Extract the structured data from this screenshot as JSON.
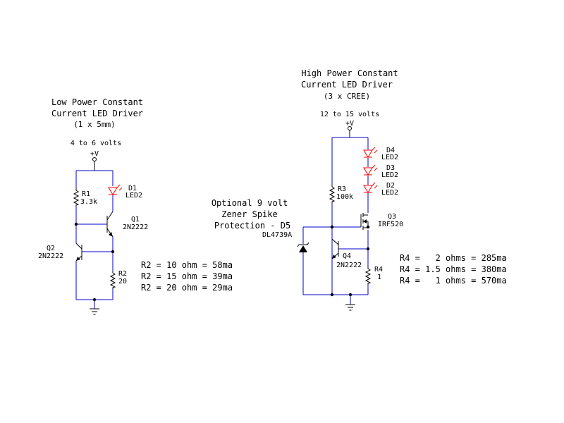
{
  "low_power": {
    "title": [
      "Low Power Constant",
      "Current LED Driver",
      "(1 x 5mm)"
    ],
    "supply": "4 to 6 volts",
    "vplus": "+V",
    "r1": {
      "ref": "R1",
      "value": "3.3k"
    },
    "d1": {
      "ref": "D1",
      "value": "LED2"
    },
    "q1": {
      "ref": "Q1",
      "value": "2N2222"
    },
    "q2": {
      "ref": "Q2",
      "value": "2N2222"
    },
    "r2": {
      "ref": "R2",
      "value": "20"
    },
    "table": [
      "R2 = 10 ohm = 58ma",
      "R2 = 15 ohm = 39ma",
      "R2 = 20 ohm = 29ma"
    ]
  },
  "high_power": {
    "title": [
      "High Power Constant",
      "Current LED Driver",
      "(3 x CREE)"
    ],
    "supply": "12 to 15 volts",
    "vplus": "+V",
    "d4": {
      "ref": "D4",
      "value": "LED2"
    },
    "d3": {
      "ref": "D3",
      "value": "LED2"
    },
    "d2": {
      "ref": "D2",
      "value": "LED2"
    },
    "r3": {
      "ref": "R3",
      "value": "100k"
    },
    "q3": {
      "ref": "Q3",
      "value": "IRF520"
    },
    "q4": {
      "ref": "Q4",
      "value": "2N2222"
    },
    "r4": {
      "ref": "R4",
      "value": "1"
    },
    "zener_note": [
      "Optional 9 volt",
      "Zener Spike",
      "Protection - D5"
    ],
    "d5_value": "DL4739A",
    "table": [
      "R4 =   2 ohms = 285ma",
      "R4 = 1.5 ohms = 380ma",
      "R4 =   1 ohms = 570ma"
    ]
  },
  "colors": {
    "wire": "#0000cc",
    "led": "#ff0000",
    "component": "#000000"
  }
}
